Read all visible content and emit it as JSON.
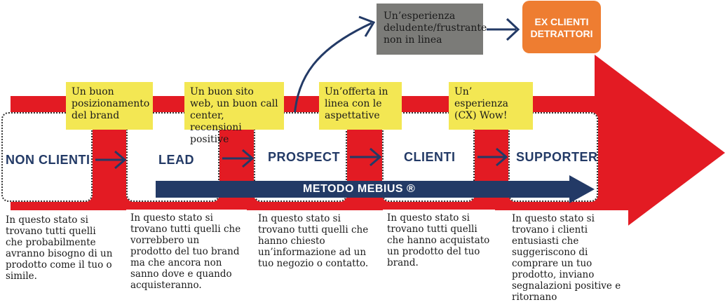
{
  "stages": [
    {
      "label": "NON CLIENTI",
      "description": "In questo stato si trovano tutti quelli che probabilmente avranno bisogno di un prodotto come il tuo o simile."
    },
    {
      "label": "LEAD",
      "description": "In questo stato si trovano tutti quelli che vorrebbero un prodotto del tuo brand ma che ancora non sanno dove e quando acquisteranno."
    },
    {
      "label": "PROSPECT",
      "description": "In questo stato si trovano tutti quelli che hanno chiesto un’informazione ad un tuo negozio o contatto."
    },
    {
      "label": "CLIENTI",
      "description": "In questo stato si trovano tutti quelli che hanno acquistato un prodotto del tuo brand."
    },
    {
      "label": "SUPPORTER",
      "description": "In questo stato si trovano i clienti entusiasti che suggeriscono di comprare un tuo prodotto, inviano segnalazioni positive e ritornano"
    }
  ],
  "transitions": [
    "Un buon posizionamento del brand",
    "Un buon sito web, un buon call center, recensioni positive",
    "Un’offerta in linea con le aspettative",
    "Un’ esperienza (CX) Wow!"
  ],
  "negative_path": {
    "experience": "Un’esperienza deludente/frustrante non in linea",
    "outcome": "EX CLIENTI DETRATTORI"
  },
  "method_label": "METODO MEBIUS ®",
  "colors": {
    "main_arrow": "#e31b23",
    "method_arrow": "#233a66",
    "note": "#f3e753",
    "negative_box": "#7b7b78",
    "outcome_box": "#ee7d31",
    "stage_text": "#233a66"
  }
}
